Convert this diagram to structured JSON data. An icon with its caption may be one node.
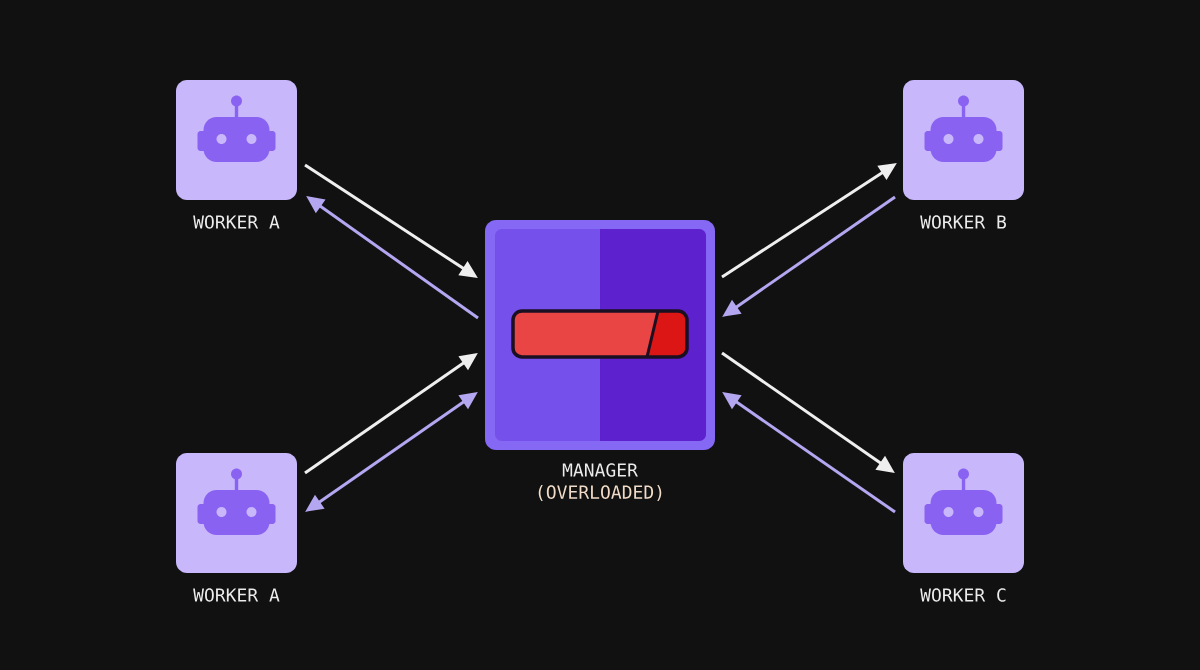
{
  "diagram": {
    "nodes": [
      {
        "text": [
          "WORKER A"
        ]
      },
      {
        "text": [
          "WORKER B"
        ]
      },
      {
        "text": [
          "MANAGER",
          "(OVERLOADED)"
        ]
      },
      {
        "text": [
          "WORKER A"
        ]
      },
      {
        "text": [
          "WORKER C"
        ]
      }
    ],
    "edges": [
      {
        "from": 0,
        "to": 2,
        "arrow": "to"
      },
      {
        "from": 2,
        "to": 0,
        "arrow": "to",
        "color": "#b4a6f0"
      },
      {
        "from": 2,
        "to": 1,
        "arrow": "to"
      },
      {
        "from": 1,
        "to": 2,
        "arrow": "to",
        "color": "#b4a6f0"
      },
      {
        "from": 3,
        "to": 2,
        "arrow": "to"
      },
      {
        "from": 3,
        "to": 2,
        "arrow": "both",
        "color": "#b4a6f0"
      },
      {
        "from": 2,
        "to": 4,
        "arrow": "to"
      },
      {
        "from": 4,
        "to": 2,
        "arrow": "to",
        "color": "#b4a6f0"
      }
    ]
  }
}
